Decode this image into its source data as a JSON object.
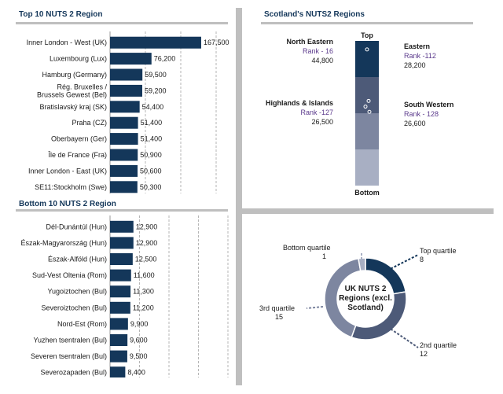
{
  "chart_data": [
    {
      "type": "bar",
      "title": "Top 10 NUTS 2 Region",
      "categories": [
        "Inner London - West (UK)",
        "Luxembourg (Lux)",
        "Hamburg (Germany)",
        "Rég. Bruxelles / Brussels Gewest (Bel)",
        "Bratislavský kraj (SK)",
        "Praha (CZ)",
        "Oberbayern (Ger)",
        "Île de France (Fra)",
        "Inner London - East (UK)",
        "SE11:Stockholm (Swe)"
      ],
      "category_lines": [
        [
          "Inner London - West (UK)"
        ],
        [
          "Luxembourg (Lux)"
        ],
        [
          "Hamburg (Germany)"
        ],
        [
          "Rég. Bruxelles /",
          "Brussels Gewest (Bel)"
        ],
        [
          "Bratislavský kraj (SK)"
        ],
        [
          "Praha (CZ)"
        ],
        [
          "Oberbayern (Ger)"
        ],
        [
          "Île de France (Fra)"
        ],
        [
          "Inner London - East (UK)"
        ],
        [
          "SE11:Stockholm (Swe)"
        ]
      ],
      "values": [
        167500,
        76200,
        59500,
        59200,
        54400,
        51400,
        51400,
        50900,
        50600,
        50300
      ],
      "value_labels": [
        "167,500",
        "76,200",
        "59,500",
        "59,200",
        "54,400",
        "51,400",
        "51,400",
        "50,900",
        "50,600",
        "50,300"
      ],
      "orientation": "horizontal",
      "xlim": [
        0,
        260000
      ],
      "grid": true,
      "color": "#14375a"
    },
    {
      "type": "bar",
      "title": "Bottom 10 NUTS 2 Region",
      "categories": [
        "Dél-Dunántúl (Hun)",
        "Észak-Magyarország (Hun)",
        "Észak-Alföld (Hun)",
        "Sud-Vest Oltenia (Rom)",
        "Yugoiztochen (Bul)",
        "Severoiztochen (Bul)",
        "Nord-Est (Rom)",
        "Yuzhen tsentralen (Bul)",
        "Severen tsentralen (Bul)",
        "Severozapaden (Bul)"
      ],
      "values": [
        12900,
        12900,
        12500,
        11600,
        11300,
        11200,
        9900,
        9600,
        9500,
        8400
      ],
      "value_labels": [
        "12,900",
        "12,900",
        "12,500",
        "11,600",
        "11,300",
        "11,200",
        "9,900",
        "9,600",
        "9,500",
        "8,400"
      ],
      "orientation": "horizontal",
      "xlim": [
        0,
        65000
      ],
      "grid": true,
      "color": "#14375a"
    },
    {
      "type": "bar",
      "title": "Scotland's NUTS2 Regions",
      "orientation": "vertical-quartile-column",
      "top_label": "Top",
      "bottom_label": "Bottom",
      "quartile_colors": [
        "#14375a",
        "#4d5a78",
        "#7d86a0",
        "#a8afc3"
      ],
      "regions": [
        {
          "name": "North Eastern",
          "rank": "Rank - 16",
          "value": "44,800",
          "rank_num": 16
        },
        {
          "name": "Eastern",
          "rank": "Rank -112",
          "value": "28,200",
          "rank_num": 112
        },
        {
          "name": "Highlands & Islands",
          "rank": "Rank -127",
          "value": "26,500",
          "rank_num": 127
        },
        {
          "name": "South Western",
          "rank": "Rank - 128",
          "value": "26,600",
          "rank_num": 128
        }
      ]
    },
    {
      "type": "pie",
      "subtype": "donut",
      "center_label": [
        "UK NUTS 2",
        "Regions (excl.",
        "Scotland)"
      ],
      "slices": [
        {
          "name": "Top quartile",
          "value": 8,
          "color": "#14375a"
        },
        {
          "name": "2nd quartile",
          "value": 12,
          "color": "#4d5a78"
        },
        {
          "name": "3rd quartile",
          "value": 15,
          "color": "#7d86a0"
        },
        {
          "name": "Bottom quartile",
          "value": 1,
          "color": "#a8afc3"
        }
      ]
    }
  ]
}
